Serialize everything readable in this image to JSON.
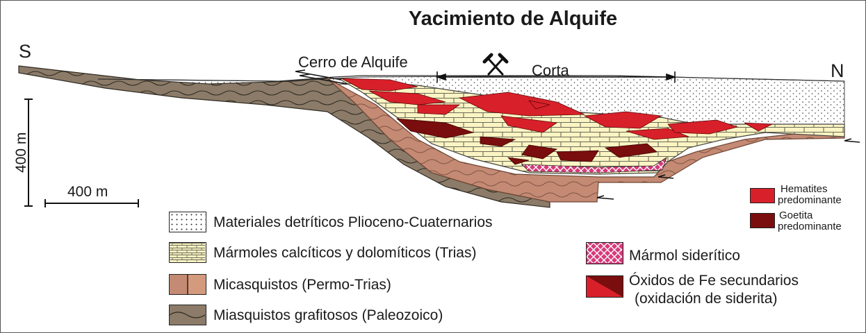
{
  "title": "Yacimiento de Alquife",
  "orientation": {
    "south": "S",
    "north": "N"
  },
  "labels": {
    "hill": "Cerro de Alquife",
    "pit": "Corta"
  },
  "scale": {
    "vertical": "400 m",
    "horizontal": "400 m"
  },
  "icons": {
    "mine": "crossed-hammers-icon"
  },
  "colors": {
    "detrital": "#ffffff",
    "marble": "#fbf4c3",
    "marble_lines": "#6b6b5a",
    "micaschist": "#c48a73",
    "graphitic_schist": "#8b7b68",
    "hematite": "#d8202a",
    "goethite": "#7a0d0d",
    "siderite": "#d63a7a"
  },
  "legend_left": [
    {
      "id": "detrital",
      "label": "Materiales detríticos Plioceno-Cuaternarios"
    },
    {
      "id": "marble",
      "label": "Mármoles calcíticos y dolomíticos (Trias)"
    },
    {
      "id": "micaschist",
      "label": "Micasquistos (Permo-Trias)"
    },
    {
      "id": "graphitic",
      "label": "Miasquistos grafitosos (Paleozoico)"
    }
  ],
  "legend_right": [
    {
      "id": "siderite",
      "label": "Mármol siderítico"
    },
    {
      "id": "oxides",
      "label": "Óxidos de Fe secundarios",
      "label2": "(oxidación de siderita)"
    }
  ],
  "legend_small": [
    {
      "id": "hematite",
      "label": "Hematites",
      "label2": "predominante"
    },
    {
      "id": "goethite",
      "label": "Goetita",
      "label2": "predominante"
    }
  ]
}
